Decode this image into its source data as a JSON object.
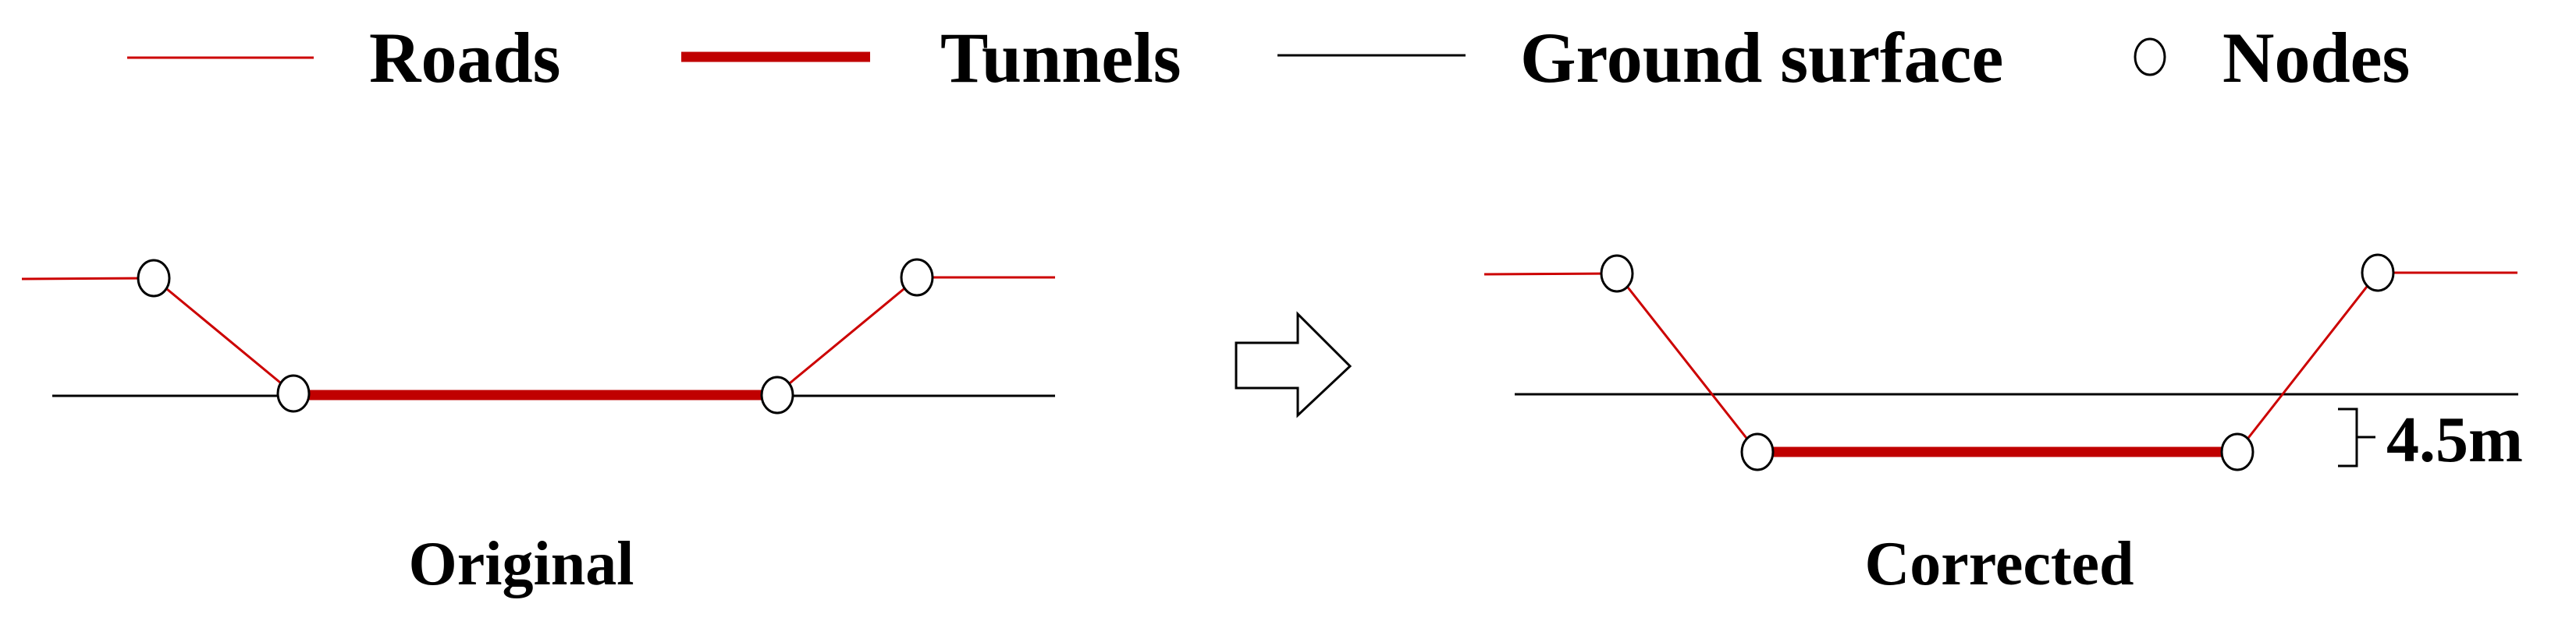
{
  "legend": {
    "roads_label": "Roads",
    "tunnels_label": "Tunnels",
    "ground_label": "Ground surface",
    "nodes_label": "Nodes"
  },
  "panels": {
    "original_caption": "Original",
    "corrected_caption": "Corrected",
    "depth_label": "4.5m"
  },
  "colors": {
    "road": "#cc0000",
    "tunnel": "#c00000",
    "ground": "#000000",
    "node_fill": "#ffffff",
    "node_stroke": "#000000"
  },
  "icons": {
    "transition_arrow": "right-arrow-outline-icon"
  }
}
